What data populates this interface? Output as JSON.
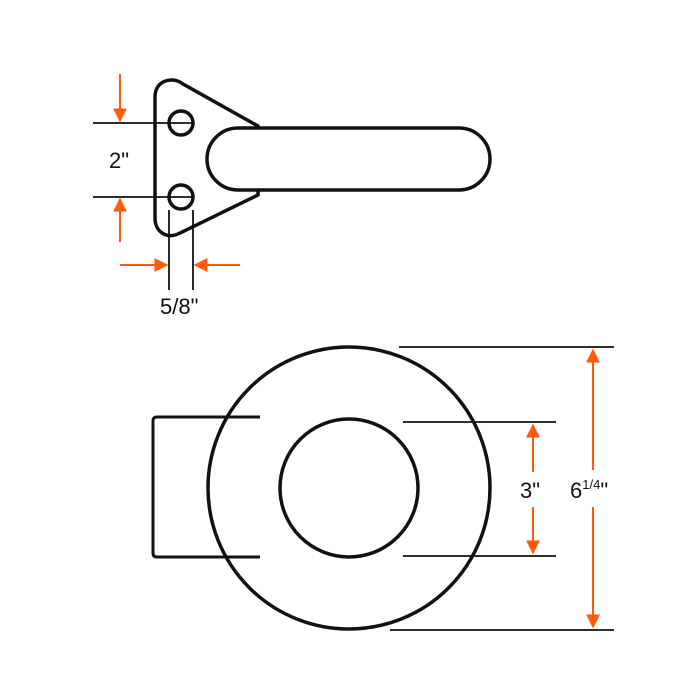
{
  "colors": {
    "accent": "#ff5a0a",
    "line": "#111111"
  },
  "dimensions": {
    "hole_spacing": "2\"",
    "hole_diameter": "5/8\"",
    "bore_diameter": "3\"",
    "outer_diameter_whole": "6",
    "outer_diameter_fraction": "1/4",
    "outer_diameter_unit": "\""
  }
}
